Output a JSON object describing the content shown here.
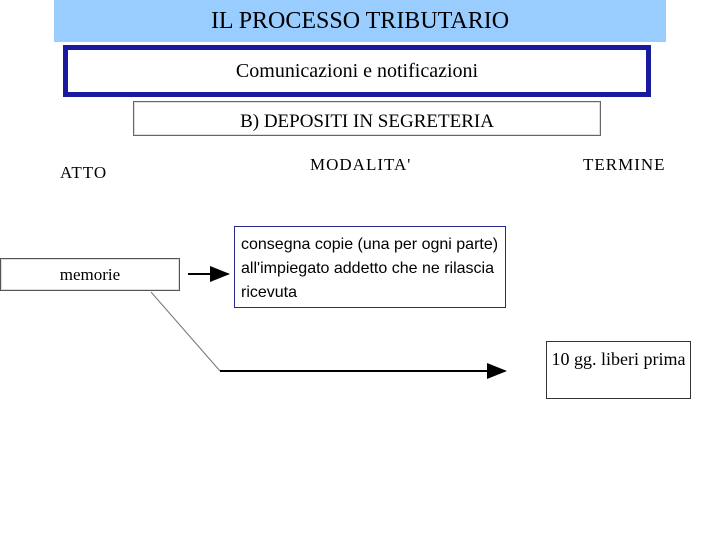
{
  "header": {
    "title": "IL PROCESSO TRIBUTARIO",
    "subtitle": "Comunicazioni e notificazioni"
  },
  "section": {
    "heading": "B) DEPOSITI IN SEGRETERIA"
  },
  "columns": {
    "atto": "ATTO",
    "modalita": "MODALITA'",
    "termine": "TERMINE"
  },
  "row": {
    "atto": "memorie",
    "modalita": "consegna copie (una per ogni parte) all'impiegato addetto che ne rilascia ricevuta",
    "termine": "10 gg. liberi prima"
  },
  "colors": {
    "title_bg": "#99ccff",
    "subtitle_border": "#1a1aa0",
    "arrow": "#000000"
  }
}
